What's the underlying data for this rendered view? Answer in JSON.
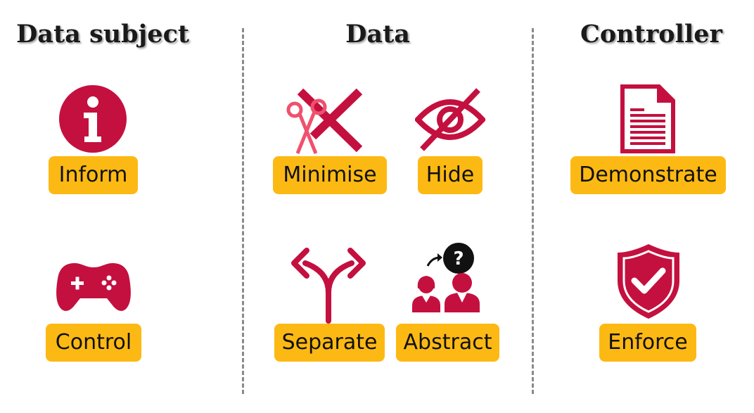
{
  "columns": [
    {
      "title": "Data subject"
    },
    {
      "title": "Data"
    },
    {
      "title": "Controller"
    }
  ],
  "strategies": {
    "inform": "Inform",
    "control": "Control",
    "minimise": "Minimise",
    "hide": "Hide",
    "separate": "Separate",
    "abstract": "Abstract",
    "demonstrate": "Demonstrate",
    "enforce": "Enforce"
  },
  "icons": {
    "inform": "info-icon",
    "control": "gamepad-icon",
    "minimise": "scissors-cross-icon",
    "hide": "eye-slash-icon",
    "separate": "split-arrows-icon",
    "abstract": "people-question-icon",
    "demonstrate": "document-icon",
    "enforce": "shield-check-icon"
  },
  "colors": {
    "icon": "#c4103f",
    "label_background": "#fdb913",
    "divider": "#8a8a8a",
    "question_badge": "#111111"
  },
  "abstract_badge_text": "?"
}
